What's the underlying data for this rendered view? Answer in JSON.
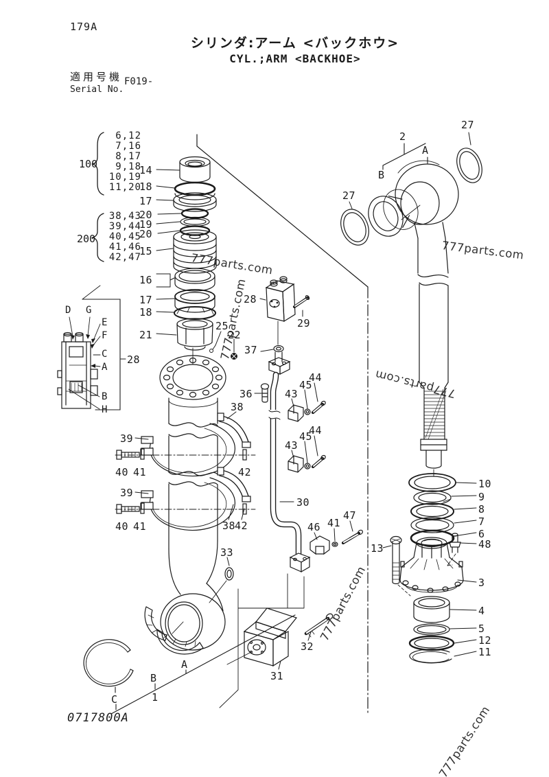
{
  "header": {
    "page_code": "179A",
    "title_jp": "シリンダ:アーム <バックホウ>",
    "title_en": "CYL.;ARM <BACKHOE>",
    "serial_label_jp": "適用号機",
    "serial_label_en": "Serial No.",
    "serial_value": "F019-"
  },
  "footer": {
    "drawing_code": "0717800A"
  },
  "watermark": {
    "text": "777parts.com"
  },
  "ref_groups": [
    {
      "label": "100",
      "items": [
        "6,12",
        "7,16",
        "8,17",
        "9,18",
        "10,19",
        "11,20"
      ]
    },
    {
      "label": "200",
      "items": [
        "38,43",
        "39,44",
        "40,45",
        "41,46",
        "42,47"
      ]
    }
  ],
  "callouts": {
    "c14": "14",
    "c18a": "18",
    "c17a": "17",
    "c20a": "20",
    "c19": "19",
    "c20b": "20",
    "c15": "15",
    "c16": "16",
    "c17b": "17",
    "c18b": "18",
    "c21": "21",
    "c25": "25",
    "c22": "22",
    "c28": "28",
    "c29": "29",
    "c37": "37",
    "c36": "36",
    "c38a": "38",
    "c39a": "39",
    "c40a": "40",
    "c41a": "41",
    "c42a": "42",
    "c39b": "39",
    "c40b": "40",
    "c41b": "41",
    "c38b": "38",
    "c42b": "42",
    "c43a": "43",
    "c45a": "45",
    "c44a": "44",
    "c43b": "43",
    "c45b": "45",
    "c44b": "44",
    "c30": "30",
    "c46": "46",
    "c41c": "41",
    "c47": "47",
    "c33": "33",
    "c31": "31",
    "c32": "32",
    "c13": "13",
    "c48": "48",
    "c10": "10",
    "c9": "9",
    "c8": "8",
    "c7": "7",
    "c6": "6",
    "c3": "3",
    "c4": "4",
    "c5": "5",
    "c12": "12",
    "c11": "11",
    "c2": "2",
    "c27a": "27",
    "c27b": "27",
    "c1": "1",
    "cA_top": "A",
    "cB_top": "B",
    "cA_bot": "A",
    "cB_bot": "B",
    "cC_bot": "C"
  },
  "inset": {
    "D": "D",
    "G": "G",
    "E": "E",
    "F": "F",
    "C": "C",
    "A": "A",
    "B": "B",
    "H": "H",
    "ref28": "28"
  }
}
